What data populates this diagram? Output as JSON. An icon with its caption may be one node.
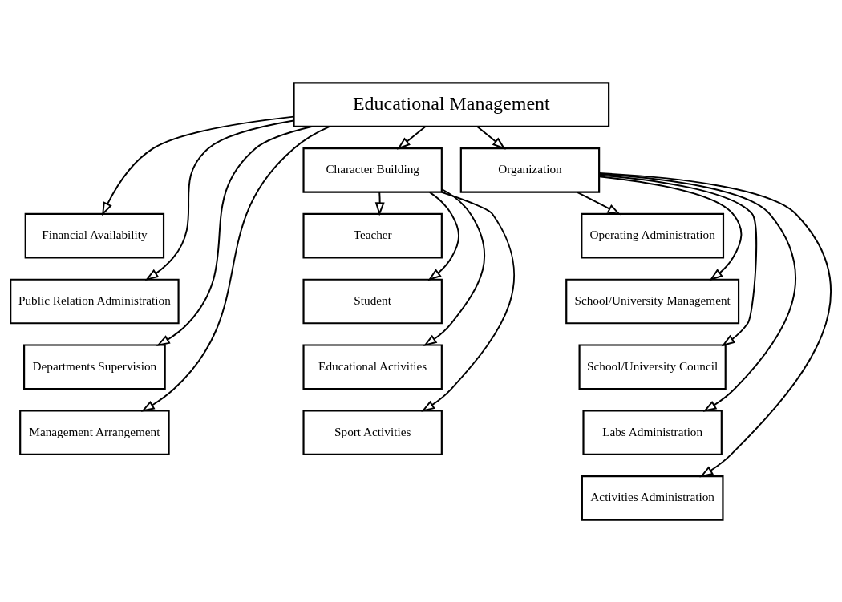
{
  "diagram": {
    "nodes": [
      {
        "text": [
          "Educational Management"
        ]
      },
      {
        "text": [
          "Financial Availability"
        ]
      },
      {
        "text": [
          "Public Relation Administration"
        ]
      },
      {
        "text": [
          "Departments Supervision"
        ]
      },
      {
        "text": [
          "Management Arrangement"
        ]
      },
      {
        "text": [
          "Character Building"
        ]
      },
      {
        "text": [
          "Teacher"
        ]
      },
      {
        "text": [
          "Student"
        ]
      },
      {
        "text": [
          "Educational Activities"
        ]
      },
      {
        "text": [
          "Sport Activities"
        ]
      },
      {
        "text": [
          "Organization"
        ]
      },
      {
        "text": [
          "Operating Administration"
        ]
      },
      {
        "text": [
          "School/University Management"
        ]
      },
      {
        "text": [
          "School/University Council"
        ]
      },
      {
        "text": [
          "Labs Administration"
        ]
      },
      {
        "text": [
          "Activities Administration"
        ]
      }
    ],
    "edges": [
      {
        "from": 0,
        "to": 1,
        "arrow": "to"
      },
      {
        "from": 0,
        "to": 5,
        "arrow": "to"
      },
      {
        "from": 0,
        "to": 10,
        "arrow": "to"
      },
      {
        "from": 0,
        "to": 2,
        "arrow": "to"
      },
      {
        "from": 0,
        "to": 3,
        "arrow": "to"
      },
      {
        "from": 0,
        "to": 4,
        "arrow": "to"
      },
      {
        "from": 5,
        "to": 6,
        "arrow": "to"
      },
      {
        "from": 5,
        "to": 7,
        "arrow": "to"
      },
      {
        "from": 5,
        "to": 8,
        "arrow": "to"
      },
      {
        "from": 5,
        "to": 9,
        "arrow": "to"
      },
      {
        "from": 10,
        "to": 11,
        "arrow": "to"
      },
      {
        "from": 10,
        "to": 12,
        "arrow": "to"
      },
      {
        "from": 10,
        "to": 13,
        "arrow": "to"
      },
      {
        "from": 10,
        "to": 14,
        "arrow": "to"
      },
      {
        "from": 10,
        "to": 15,
        "arrow": "to"
      }
    ]
  }
}
